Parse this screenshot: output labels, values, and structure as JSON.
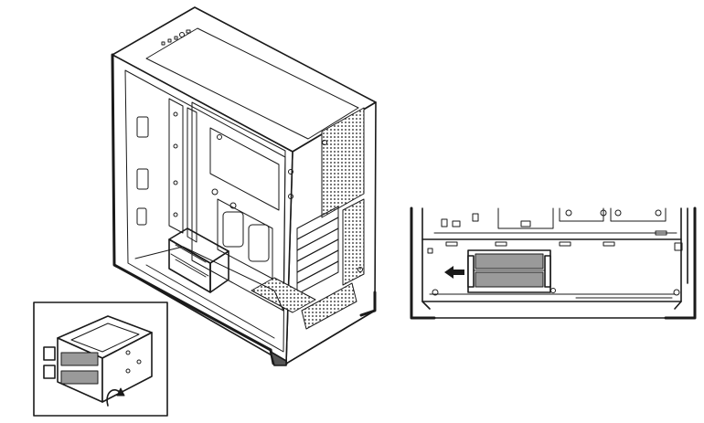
{
  "figure": {
    "main_view": "pc-case-isometric",
    "detail_view": "drive-cage-removal-closeup",
    "inset_view": "drive-cage-isolated"
  },
  "icons": {
    "arrow": "left-arrow-icon",
    "rotate": "rotate-arrow-icon"
  },
  "colors": {
    "line": "#1a1a1a",
    "fill_cage": "#9a9a9a",
    "background": "#ffffff"
  }
}
